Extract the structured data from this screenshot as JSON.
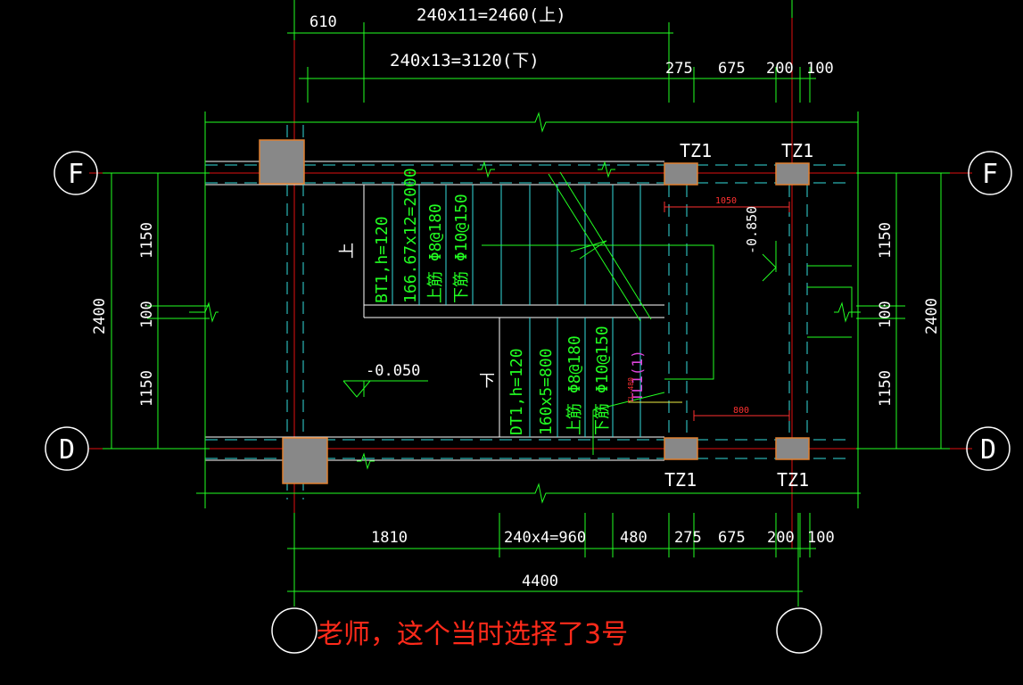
{
  "colors": {
    "background": "#000000",
    "dimension": "#22ff22",
    "axis": "#e01010",
    "wall": "#ffffff",
    "hidden": "#33dddd",
    "column_fill": "#888888",
    "column_edge": "#e08030",
    "note": "#ff2a1a",
    "red_dim": "#ff3030",
    "magenta": "#dd44dd",
    "yellow": "#eeee44"
  },
  "axes": {
    "top_left": "F",
    "top_right": "F",
    "bottom_left": "D",
    "bottom_right": "D"
  },
  "top_dims": {
    "upper_flight": "240x11=2460(上)",
    "lower_flight": "240x13=3120(下)",
    "left_offset": "610",
    "seg_275": "275",
    "seg_675": "675",
    "seg_200": "200",
    "seg_100": "100"
  },
  "bottom_dims": {
    "seg_1810": "1810",
    "seg_960": "240x4=960",
    "seg_480": "480",
    "seg_275": "275",
    "seg_675": "675",
    "seg_200": "200",
    "seg_100": "100",
    "total": "4400"
  },
  "side_dims": {
    "total": "2400",
    "upper": "1150",
    "middle": "100",
    "lower": "1150"
  },
  "columns": {
    "tz_top_left": "TZ1",
    "tz_top_right": "TZ1",
    "tz_bottom_left": "TZ1",
    "tz_bottom_right": "TZ1"
  },
  "stair_upper": {
    "name": "BT1,h=120",
    "steps": "166.67x12=2000",
    "top_bar": "上筋 Φ8@180",
    "bottom_bar": "下筋 Φ10@150",
    "direction": "上"
  },
  "stair_lower": {
    "name": "DT1,h=120",
    "steps": "160x5=800",
    "top_bar": "上筋 Φ8@180",
    "bottom_bar": "下筋 Φ10@150",
    "direction": "下"
  },
  "levels": {
    "landing": "-0.050",
    "platform": "-0.850"
  },
  "annotations": {
    "dim_1050": "1050",
    "dim_800": "800",
    "beam_tag": "TL1(1)",
    "small_tag": "TL-480"
  },
  "caption": "老师，这个当时选择了3号"
}
